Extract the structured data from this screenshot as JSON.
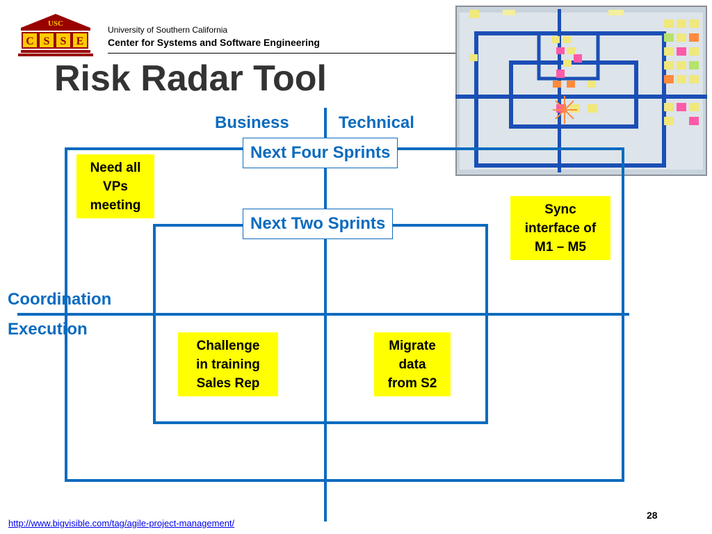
{
  "header": {
    "logo_top_text": "USC",
    "logo_letters": [
      "C",
      "S",
      "S",
      "E"
    ],
    "university": "University of Southern California",
    "center": "Center for Systems and Software Engineering"
  },
  "slide": {
    "title": "Risk Radar Tool",
    "page_number": "28",
    "source_link": "http://www.bigvisible.com/tag/agile-project-management/"
  },
  "radar": {
    "axis_labels": {
      "business": "Business",
      "technical": "Technical",
      "coordination": "Coordination",
      "execution": "Execution"
    },
    "rings": {
      "outer": "Next Four Sprints",
      "inner": "Next Two Sprints"
    },
    "notes": [
      {
        "lines": [
          "Need all",
          "VPs",
          "meeting"
        ]
      },
      {
        "lines": [
          "Sync",
          "interface of",
          "M1 – M5"
        ]
      },
      {
        "lines": [
          "Challenge",
          "in training",
          "Sales Rep"
        ]
      },
      {
        "lines": [
          "Migrate",
          "data",
          "from S2"
        ]
      }
    ]
  },
  "colors": {
    "accent_blue": "#0b6bbf",
    "note_yellow": "#ffff00",
    "usc_cardinal": "#990000",
    "usc_gold": "#ffcc00",
    "title_gray": "#333333"
  }
}
